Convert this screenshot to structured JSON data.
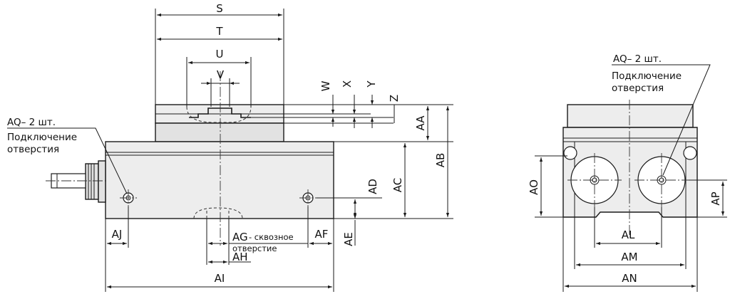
{
  "front_view": {
    "dims": {
      "s": "S",
      "t": "T",
      "u": "U",
      "v": "V",
      "w": "W",
      "x": "X",
      "y": "Y",
      "z": "Z",
      "aa": "AA",
      "ab": "AB",
      "ac": "AC",
      "ad": "AD",
      "ae": "AE",
      "af": "AF",
      "ag": "AG",
      "ah": "AH",
      "ai": "AI",
      "aj": "AJ"
    },
    "ag_note_1": "- сквозное",
    "ag_note_2": "отверстие",
    "port_label": "AQ– 2 шт.",
    "port_note_1": "Подключение",
    "port_note_2": "отверстия"
  },
  "side_view": {
    "dims": {
      "ao": "AO",
      "ap": "AP",
      "al": "AL",
      "am": "AM",
      "an": "AN"
    },
    "port_label": "AQ– 2 шт.",
    "port_note_1": "Подключение",
    "port_note_2": "отверстия"
  }
}
